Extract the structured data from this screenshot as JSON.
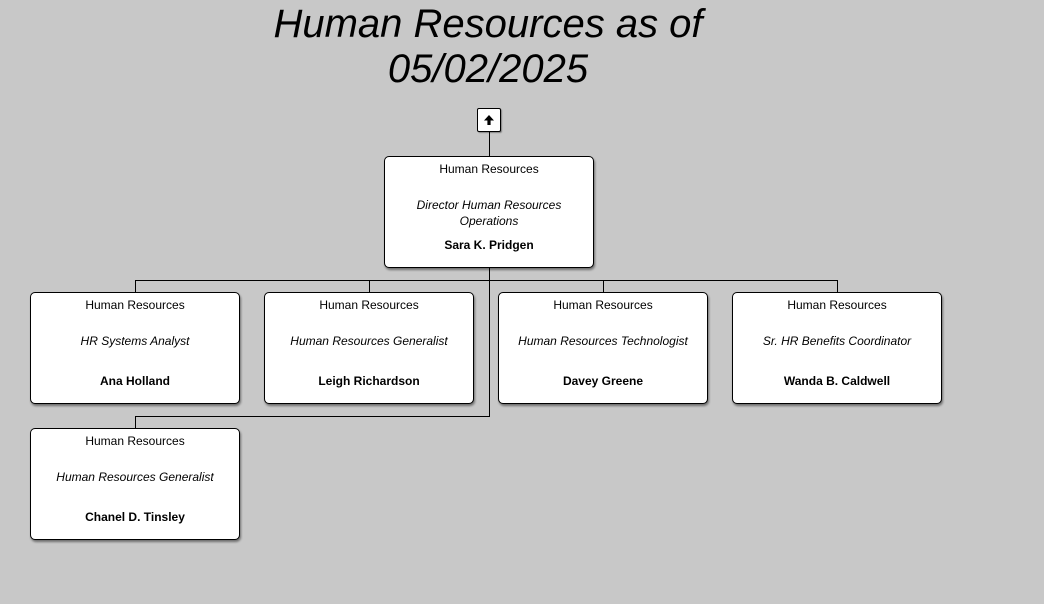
{
  "title": {
    "line1": "Human Resources as of",
    "line2": "05/02/2025"
  },
  "icons": {
    "up": "up-arrow-icon"
  },
  "manager": {
    "department": "Human Resources",
    "role": "Director Human Resources Operations",
    "name": "Sara K. Pridgen"
  },
  "reports": [
    {
      "department": "Human Resources",
      "role": "HR Systems Analyst",
      "name": "Ana Holland"
    },
    {
      "department": "Human Resources",
      "role": "Human Resources Generalist",
      "name": "Leigh Richardson"
    },
    {
      "department": "Human Resources",
      "role": "Human Resources Technologist",
      "name": "Davey Greene"
    },
    {
      "department": "Human Resources",
      "role": "Sr. HR Benefits Coordinator",
      "name": "Wanda B. Caldwell"
    },
    {
      "department": "Human Resources",
      "role": "Human Resources Generalist",
      "name": "Chanel D. Tinsley"
    }
  ]
}
